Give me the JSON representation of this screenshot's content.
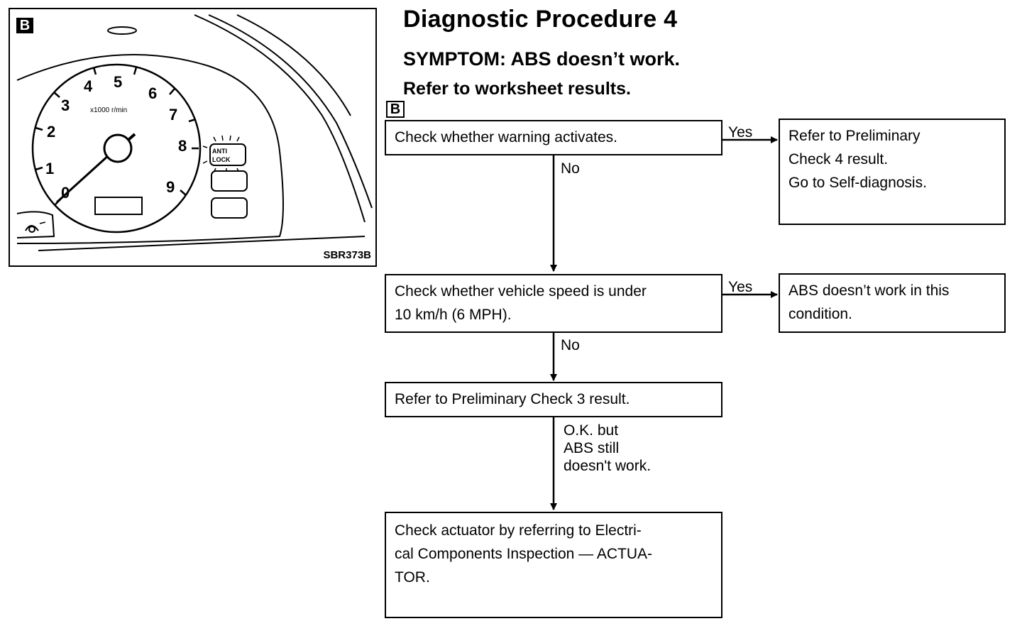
{
  "header": {
    "title": "Diagnostic Procedure 4",
    "symptom": "SYMPTOM: ABS doesn’t work.",
    "refer": "Refer to worksheet results."
  },
  "figure": {
    "tag": "B",
    "code": "SBR373B",
    "gauge_numbers": [
      "0",
      "1",
      "2",
      "3",
      "4",
      "5",
      "6",
      "7",
      "8",
      "9"
    ],
    "gauge_unit": "x1000 r/min",
    "lamp_line1": "ANTI",
    "lamp_line2": "LOCK"
  },
  "flow": {
    "tag": "B",
    "step1": [
      "Check whether warning activates."
    ],
    "step1_yes_label": "Yes",
    "step1_yes_box": [
      "Refer to Preliminary",
      "Check 4 result.",
      "Go to Self-diagnosis."
    ],
    "step1_no_label": "No",
    "step2": [
      "Check whether vehicle speed is under",
      "10 km/h (6 MPH)."
    ],
    "step2_yes_label": "Yes",
    "step2_yes_box": [
      "ABS doesn’t work in this",
      "condition."
    ],
    "step2_no_label": "No",
    "step3": [
      "Refer to Preliminary Check 3 result."
    ],
    "step3_ok_label": [
      "O.K. but",
      "ABS still",
      "doesn't work."
    ],
    "step4": [
      "Check actuator by referring to Electri-",
      "cal Components Inspection — ACTUA-",
      "TOR."
    ]
  }
}
